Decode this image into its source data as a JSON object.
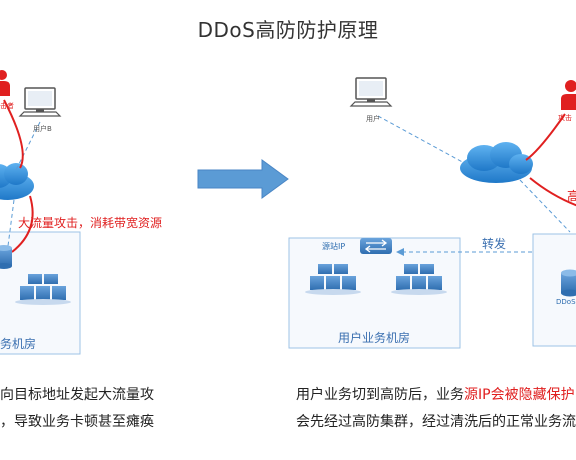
{
  "title": "DDoS高防防护原理",
  "left": {
    "attacker_label": "击者",
    "user_label": "用户B",
    "attack_text": "大流量攻击，消耗带宽资源",
    "room_label": "务机房",
    "caption_line1": "向目标地址发起大流量攻",
    "caption_line2": "，导致业务卡顿甚至瘫痪"
  },
  "right": {
    "user_label": "用户",
    "attacker_label": "攻击",
    "gao_fragment": "高",
    "forward_label": "转发",
    "origin_label": "源站IP",
    "room_label": "用户业务机房",
    "ddos_label": "DDoS",
    "caption_line1_a": "用户业务切到高防后，业务",
    "caption_line1_b": "源IP会被隐藏保护",
    "caption_line2": "会先经过高防集群，经过清洗后的正常业务流"
  },
  "colors": {
    "attack": "#e02020",
    "arrow_blue": "#5b9bd5",
    "cloud": "#2b8ad8",
    "server": "#4a86c5",
    "box_border": "#9ec3e6"
  }
}
